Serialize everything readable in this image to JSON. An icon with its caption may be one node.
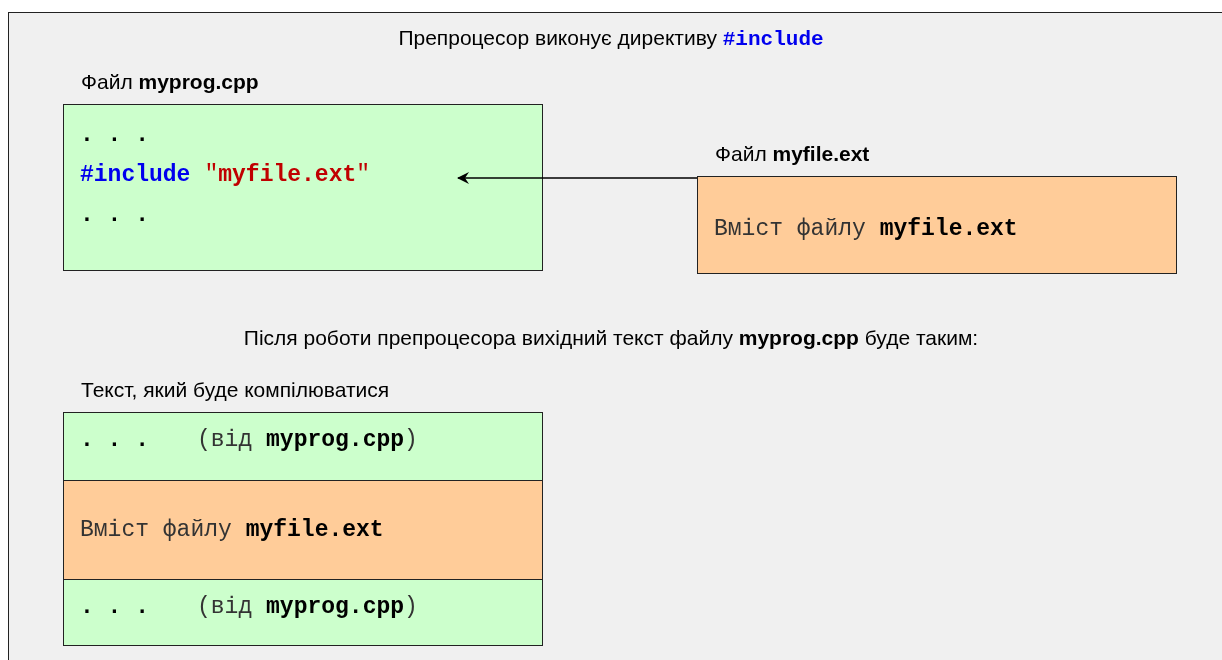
{
  "diagram": {
    "title": "Препроцесор виконує директиву **#include**",
    "nodes": [
      {
        "text": [
          "Файл **myprog.cpp**",
          ". . .",
          "#include",
          "\"**myfile.ext**\"",
          ". . ."
        ]
      },
      {
        "text": [
          "Файл **myfile.ext**",
          "Вміст файлу **myfile.ext**"
        ]
      },
      {
        "text": [
          "Текст, який буде компілюватися"
        ]
      },
      {
        "text": [
          ". . .",
          "(від **myprog.cpp**)"
        ],
        "in": 2
      },
      {
        "text": [
          "Вміст файлу **myfile.ext**"
        ],
        "in": 2
      },
      {
        "text": [
          ". . .",
          "(від **myprog.cpp**)"
        ],
        "in": 2
      }
    ],
    "edges": [
      {
        "from": 1,
        "to": 0,
        "arrow": "to"
      }
    ],
    "labels": [
      "Після роботи препроцесора вихідний текст файлу **myprog.cpp** буде таким:"
    ]
  }
}
